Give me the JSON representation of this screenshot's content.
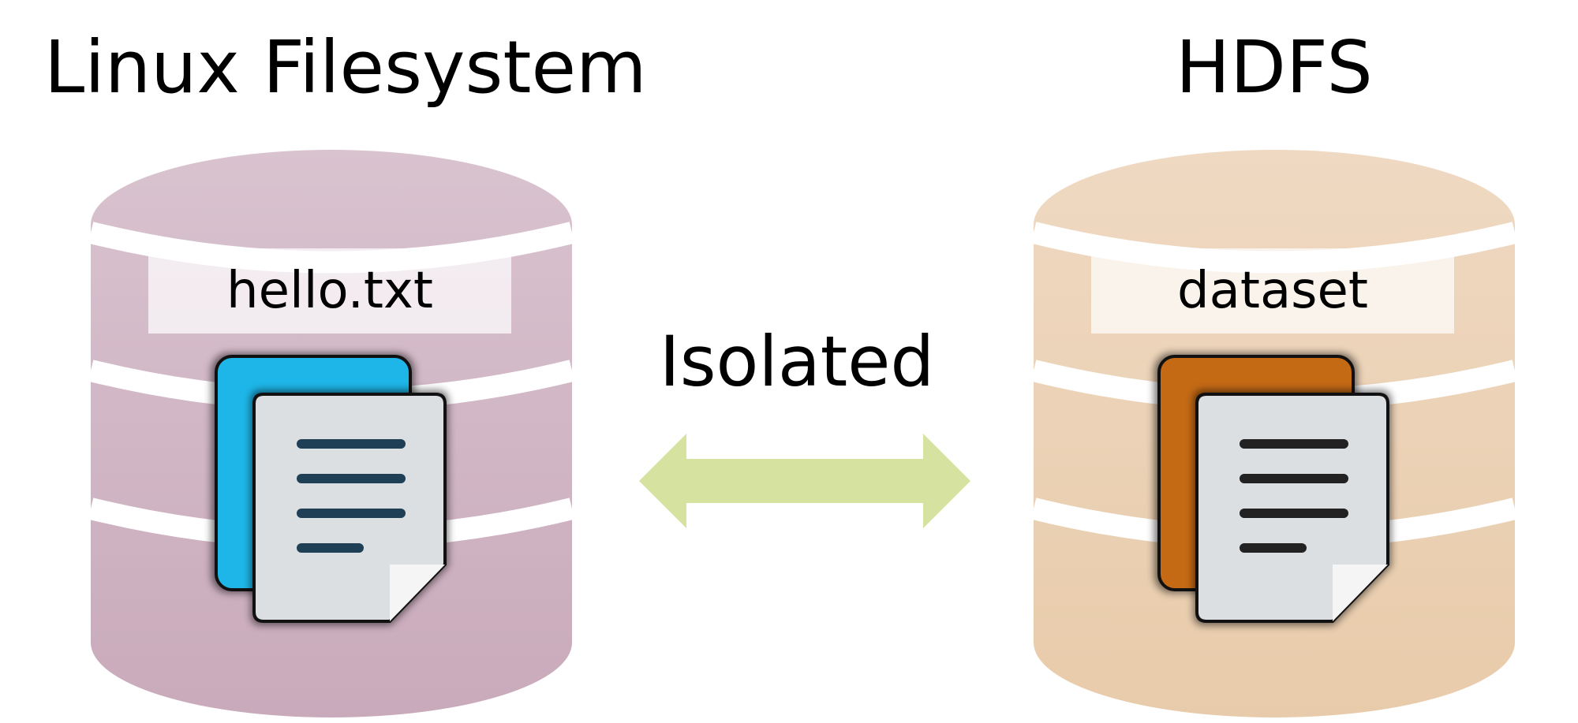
{
  "left_store": {
    "title": "Linux Filesystem",
    "item_label": "hello.txt",
    "body_color": "#c9aabb",
    "body_color_top": "#d9c3cf",
    "back_page_color": "#1eb6e8"
  },
  "right_store": {
    "title": "HDFS",
    "item_label": "dataset",
    "body_color": "#e8cbaa",
    "body_color_top": "#efd9c2",
    "back_page_color": "#c46a15"
  },
  "relation": {
    "label": "Isolated",
    "arrow_color": "#d6e3a0"
  },
  "icons": {
    "left_store_icon": "database-cylinder-icon",
    "right_store_icon": "database-cylinder-icon",
    "file_icon": "documents-icon",
    "arrow_icon": "double-arrow-icon"
  }
}
